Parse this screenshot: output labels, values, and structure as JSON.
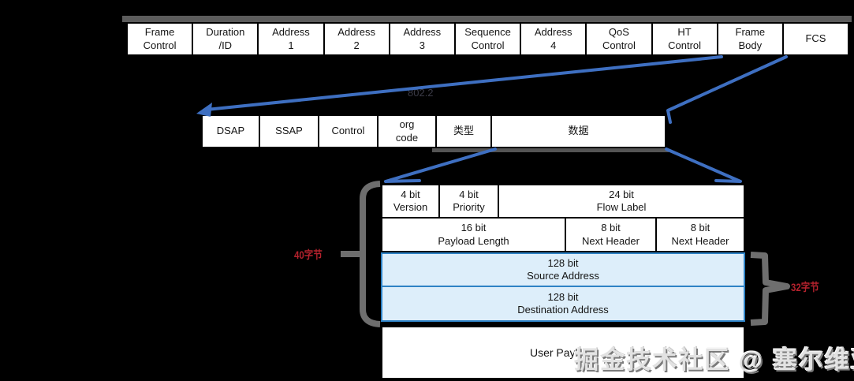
{
  "colors": {
    "line_blue": "#3e6fc1",
    "cell_blue_fill": "#ddeefa",
    "cell_blue_border": "#2e82c5",
    "bracket_gray": "#6e6e6e",
    "red_label": "#b5222d"
  },
  "mac_row": {
    "cells": [
      "Frame\nControl",
      "Duration\n/ID",
      "Address\n1",
      "Address\n2",
      "Address\n3",
      "Sequence\nControl",
      "Address\n4",
      "QoS\nControl",
      "HT\nControl",
      "Frame\nBody",
      "FCS"
    ]
  },
  "llc_row": {
    "cells": [
      "DSAP",
      "SSAP",
      "Control",
      "org\ncode",
      "类型",
      "数据"
    ]
  },
  "ipv6": {
    "row1": [
      "4 bit\nVersion",
      "4 bit\nPriority",
      "24 bit\nFlow Label"
    ],
    "row2": [
      "16 bit\nPayload Length",
      "8 bit\nNext Header",
      "8 bit\nNext Header"
    ],
    "source": "128 bit\nSource Address",
    "destination": "128 bit\nDestination Address",
    "payload": "User Payload"
  },
  "byte_labels": {
    "header_total": "40字节",
    "addresses": "32字节"
  },
  "faint_label": "802.2",
  "watermark": "掘金技术社区 @ 塞尔维亚大汉"
}
